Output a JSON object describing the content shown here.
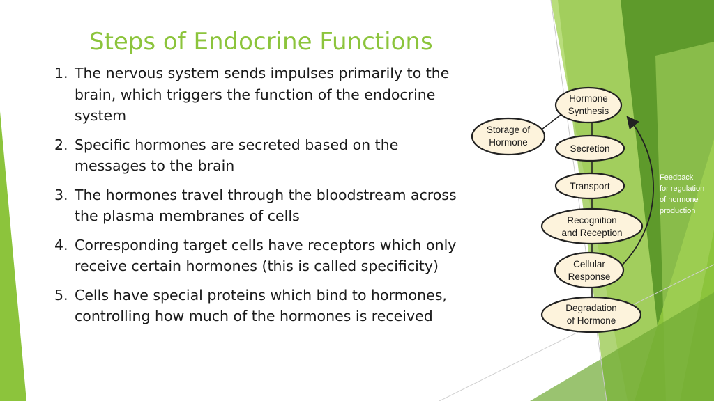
{
  "slide": {
    "title": "Steps of Endocrine Functions",
    "steps": [
      {
        "number": "1.",
        "text": "The nervous system sends impulses primarily to the brain, which triggers the function of the endocrine system"
      },
      {
        "number": "2.",
        "text": "Specific hormones are secreted based on the messages to the brain"
      },
      {
        "number": "3.",
        "text": "The hormones travel through the bloodstream across the plasma membranes of cells"
      },
      {
        "number": "4.",
        "text": "Corresponding target cells have receptors which only receive certain hormones (this is called specificity)"
      },
      {
        "number": "5.",
        "text": "Cells have special proteins which bind to hormones, controlling how much of the hormones is received"
      }
    ]
  },
  "diagram": {
    "nodes": {
      "synthesis": [
        "Hormone",
        "Synthesis"
      ],
      "storage": [
        "Storage of",
        "Hormone"
      ],
      "secretion": [
        "Secretion"
      ],
      "transport": [
        "Transport"
      ],
      "recognition": [
        "Recognition",
        "and Reception"
      ],
      "response": [
        "Cellular",
        "Response"
      ],
      "degradation": [
        "Degradation",
        "of Hormone"
      ]
    },
    "feedback_label": [
      "Feedback",
      "for regulation",
      "of hormone",
      "production"
    ]
  },
  "colors": {
    "accent": "#8cc43c",
    "node_fill": "#fdf3dc",
    "node_stroke": "#222222"
  }
}
